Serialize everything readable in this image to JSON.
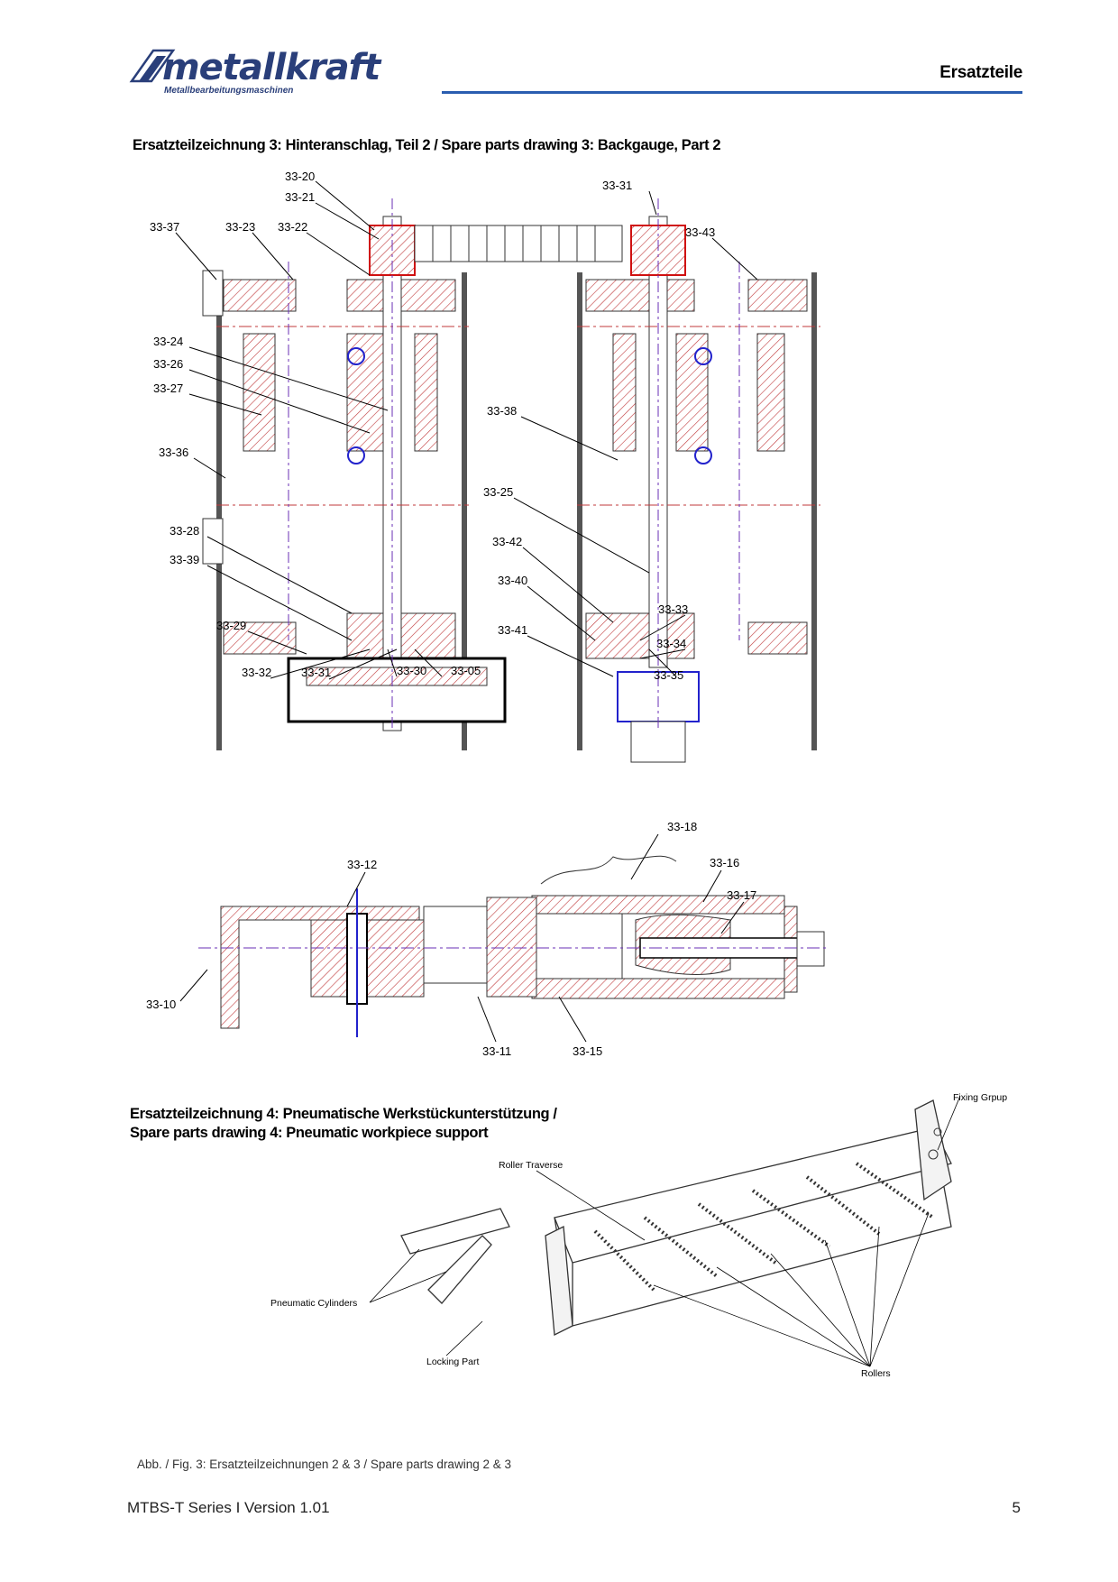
{
  "header": {
    "brand": "metallkraft",
    "brand_subtitle": "Metallbearbeitungsmaschinen",
    "section": "Ersatzteile"
  },
  "drawing3": {
    "heading": "Ersatzteilzeichnung 3: Hinteranschlag, Teil 2 / Spare parts drawing 3: Backgauge, Part 2",
    "labels": [
      "33-20",
      "33-21",
      "33-31",
      "33-37",
      "33-23",
      "33-22",
      "33-43",
      "33-24",
      "33-26",
      "33-27",
      "33-38",
      "33-36",
      "33-25",
      "33-28",
      "33-42",
      "33-39",
      "33-40",
      "33-33",
      "33-29",
      "33-41",
      "33-34",
      "33-32",
      "33-31",
      "33-30",
      "33-05",
      "33-35"
    ]
  },
  "drawing3b": {
    "labels": [
      "33-18",
      "33-12",
      "33-16",
      "33-17",
      "33-10",
      "33-11",
      "33-15"
    ]
  },
  "drawing4": {
    "heading_line1": "Ersatzteilzeichnung 4: Pneumatische Werkstückunterstützung /",
    "heading_line2": "Spare parts drawing 4: Pneumatic workpiece support",
    "labels": {
      "fixing": "Fixing Grpup",
      "roller_traverse": "Roller Traverse",
      "pneumatic": "Pneumatic Cylinders",
      "locking": "Locking Part",
      "rollers": "Rollers"
    }
  },
  "caption": "Abb. / Fig. 3: Ersatzteilzeichnungen 2 & 3 / Spare parts drawing 2 & 3",
  "footer": {
    "left": "MTBS-T Series I Version 1.01",
    "page": "5"
  },
  "colors": {
    "accent": "#2a5db0",
    "hatch": "#c0393b",
    "centerline": "#6a2fb5"
  }
}
